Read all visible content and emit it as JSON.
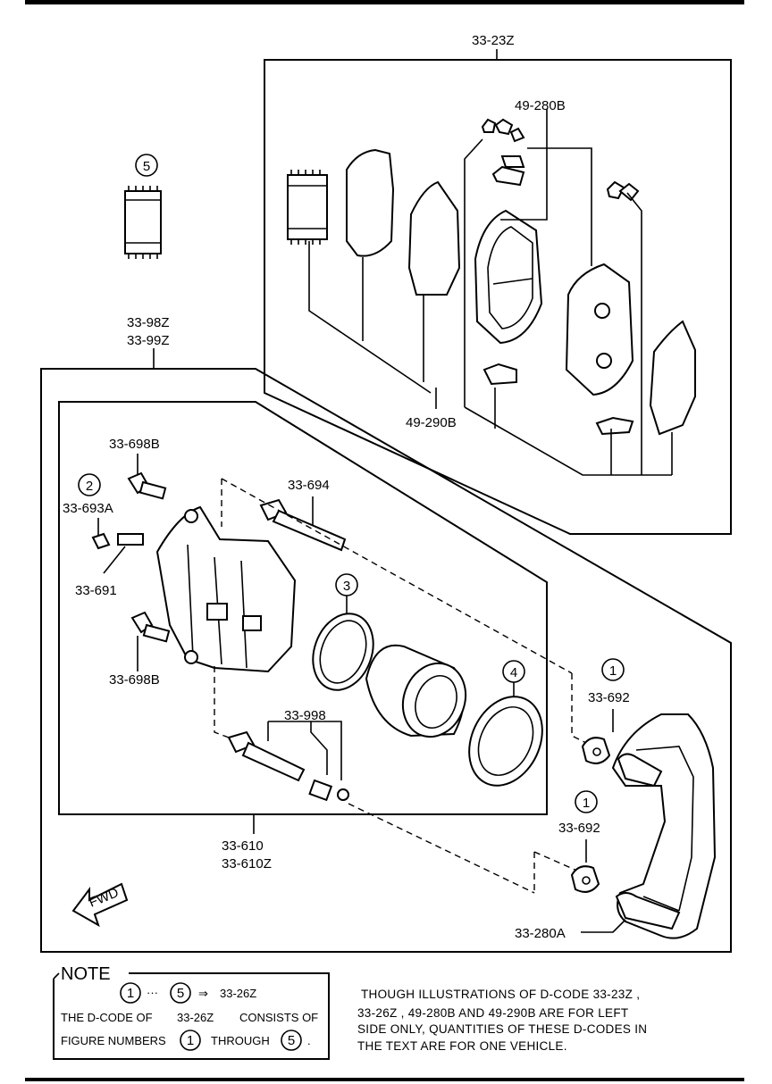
{
  "labels": {
    "kit_pads": "33-23Z",
    "shim_kit": "49-280B",
    "pad_kit": "49-290B",
    "caliper_assy_a": "33-98Z",
    "caliper_assy_b": "33-99Z",
    "bolt_upper": "33-698B",
    "bolt_lower": "33-698B",
    "bleeder_cap": "33-693A",
    "bleeder_screw": "33-691",
    "guide_pin": "33-694",
    "dust_kit": "33-998",
    "caliper_a": "33-610",
    "caliper_b": "33-610Z",
    "bushing_upper": "33-692",
    "bushing_lower": "33-692",
    "bracket": "33-280A",
    "fwd": "FWD"
  },
  "callouts": {
    "n1_upper": "1",
    "n1_lower": "1",
    "n2": "2",
    "n3": "3",
    "n4": "4",
    "n5": "5"
  },
  "note": {
    "title": "NOTE",
    "range_from": "1",
    "range_sep": "···",
    "range_to": "5",
    "arrow": "⇒",
    "code": "33-26Z",
    "line2_a": "THE D-CODE OF",
    "line2_code": "33-26Z",
    "line2_b": "CONSISTS OF",
    "line3_a": "FIGURE NUMBERS",
    "line3_n1": "1",
    "line3_b": "THROUGH",
    "line3_n5": "5",
    "line3_end": "."
  },
  "disclaimer": {
    "line1": "THOUGH ILLUSTRATIONS OF D-CODE 33-23Z  ,",
    "line2": "33-26Z  , 49-280B AND 49-290B ARE FOR LEFT",
    "line3": "SIDE ONLY, QUANTITIES OF THESE D-CODES IN",
    "line4": "THE TEXT ARE FOR ONE VEHICLE."
  }
}
